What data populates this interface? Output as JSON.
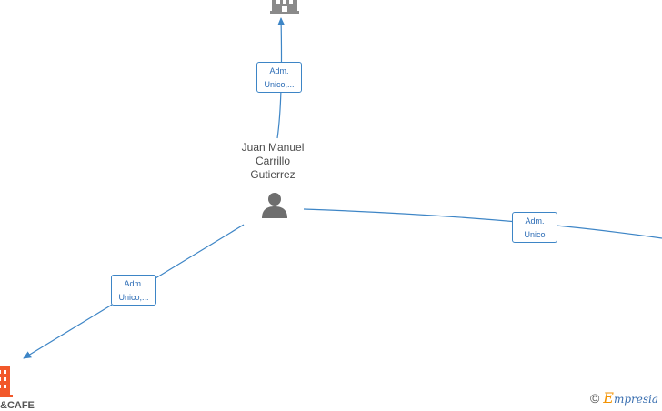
{
  "person": {
    "name_lines": [
      "Juan Manuel",
      "Carrillo",
      "Gutierrez"
    ],
    "icon": "person-icon",
    "icon_color": "#6e6e6e"
  },
  "companies": {
    "top": {
      "icon": "building-icon",
      "color": "#8a8a8a"
    },
    "bottom_left": {
      "icon": "building-icon",
      "color": "#f2582a",
      "label_partial": "&CAFE"
    }
  },
  "relations": [
    {
      "id": "to-top",
      "line1": "Adm.",
      "line2": "Unico,..."
    },
    {
      "id": "to-right",
      "line1": "Adm.",
      "line2": "Unico"
    },
    {
      "id": "to-bottom-left",
      "line1": "Adm.",
      "line2": "Unico,..."
    }
  ],
  "edge_color": "#3d85c6",
  "watermark": {
    "symbol": "©",
    "brand_initial": "E",
    "brand_rest": "mpresia"
  }
}
